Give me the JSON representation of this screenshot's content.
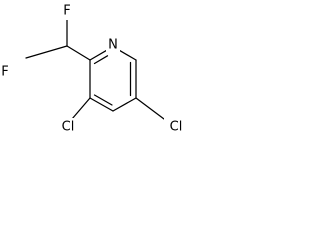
{
  "molecule": {
    "atoms": {
      "n": "N",
      "f_top": "F",
      "f_left": "F",
      "cl_left": "Cl",
      "cl_right": "Cl"
    },
    "colors": {
      "bond": "#000000",
      "label": "#000000",
      "background": "#ffffff"
    }
  }
}
